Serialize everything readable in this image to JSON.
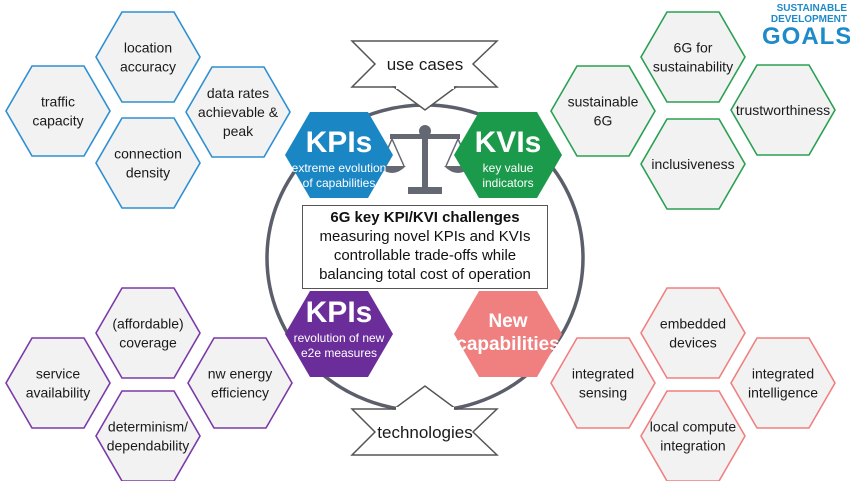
{
  "logo": {
    "line1": "SUSTAINABLE",
    "line2": "DEVELOPMENT",
    "line3": "GOALS"
  },
  "arrows": {
    "top": "use cases",
    "bottom": "technologies"
  },
  "center": {
    "title": "6G key KPI/KVI challenges",
    "lines": [
      "measuring novel KPIs and KVIs",
      "controllable  trade-offs while",
      "balancing  total cost of operation"
    ]
  },
  "core_hexes": {
    "kpi_top": {
      "title": "KPIs",
      "lines": [
        "extreme evolution",
        "of capabilities"
      ]
    },
    "kvi": {
      "title": "KVIs",
      "lines": [
        "key value",
        "indicators"
      ]
    },
    "kpi_bottom": {
      "title": "KPIs",
      "lines": [
        "revolution of new",
        "e2e measures"
      ]
    },
    "new_cap": {
      "title_lines": [
        "New",
        "capabilities"
      ]
    }
  },
  "clusters": {
    "top_left": [
      {
        "lines": [
          "location",
          "accuracy"
        ]
      },
      {
        "lines": [
          "traffic",
          "capacity"
        ]
      },
      {
        "lines": [
          "data rates",
          "achievable &",
          "peak"
        ]
      },
      {
        "lines": [
          "connection",
          "density"
        ]
      }
    ],
    "top_right": [
      {
        "lines": [
          "6G for",
          "sustainability"
        ]
      },
      {
        "lines": [
          "sustainable",
          "6G"
        ]
      },
      {
        "lines": [
          "trustworthiness"
        ]
      },
      {
        "lines": [
          "inclusiveness"
        ]
      }
    ],
    "bottom_left": [
      {
        "lines": [
          "(affordable)",
          "coverage"
        ]
      },
      {
        "lines": [
          "service",
          "availability"
        ]
      },
      {
        "lines": [
          "nw energy",
          "efficiency"
        ]
      },
      {
        "lines": [
          "determinism/",
          "dependability"
        ]
      }
    ],
    "bottom_right": [
      {
        "lines": [
          "embedded",
          "devices"
        ]
      },
      {
        "lines": [
          "integrated",
          "sensing"
        ]
      },
      {
        "lines": [
          "integrated",
          "intelligence"
        ]
      },
      {
        "lines": [
          "local compute",
          "integration"
        ]
      }
    ]
  },
  "colors": {
    "kpi_blue": "#1a86c4",
    "kvi_green": "#1a9a4a",
    "kpi_purple": "#6b2d9a",
    "new_cap_pink": "#f08080",
    "blue_border": "#2e8fd1",
    "green_border": "#2aa052",
    "purple_border": "#7b3aa8",
    "pink_border": "#f08080",
    "hex_fill": "#f2f2f2",
    "ring": "#555a66",
    "scale": "#646873"
  }
}
